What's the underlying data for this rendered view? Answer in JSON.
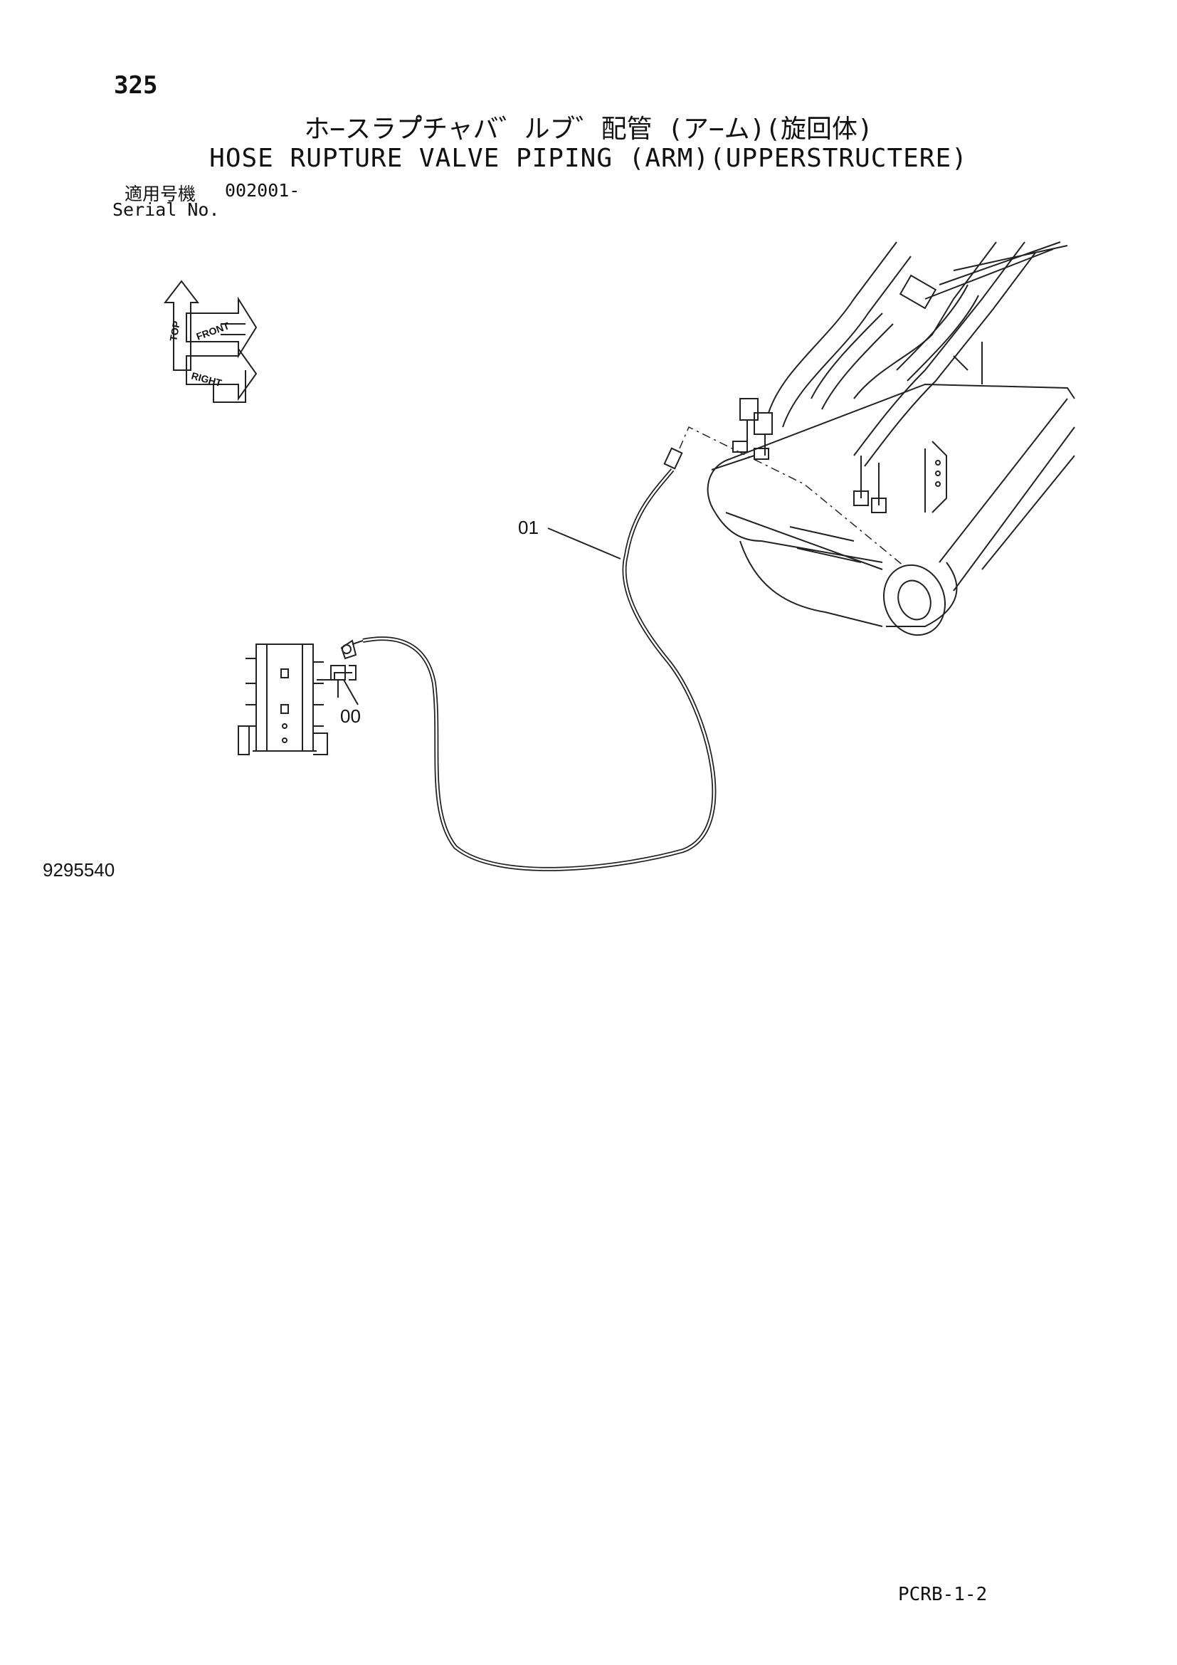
{
  "header": {
    "page_number": "325",
    "title_jp": "ホ−スラプ゚チャバ゛ルブ゛配管 (ア−ム)(旋回体)",
    "title_en": "HOSE RUPTURE VALVE PIPING (ARM)(UPPERSTRUCTERE)",
    "serial_label_jp": "適用号機",
    "serial_value": "002001-",
    "serial_label_en": "Serial No."
  },
  "orientation_cube": {
    "labels": [
      "TOP",
      "FRONT",
      "RIGHT"
    ]
  },
  "callouts": [
    {
      "label": "01"
    },
    {
      "label": "00"
    }
  ],
  "footer": {
    "figure_number": "9295540",
    "doc_code": "PCRB-1-2"
  }
}
